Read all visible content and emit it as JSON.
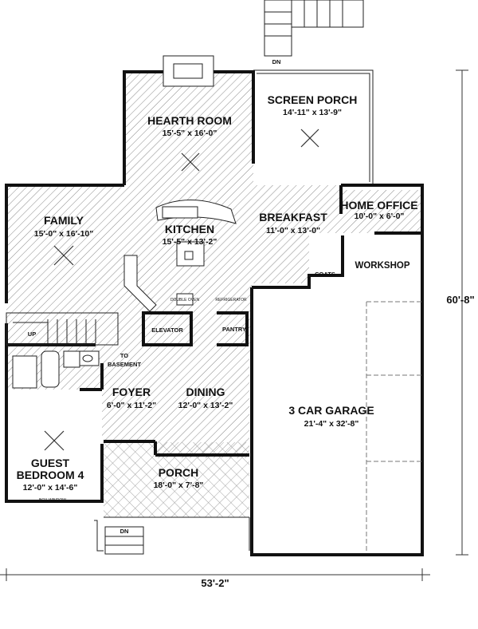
{
  "rooms": [
    {
      "id": "hearth",
      "name": "HEARTH ROOM",
      "dims": "15'-5\" x 16'-0\""
    },
    {
      "id": "screen",
      "name": "SCREEN PORCH",
      "dims": "14'-11\" x 13'-9\""
    },
    {
      "id": "family",
      "name": "FAMILY",
      "dims": "15'-0\" x 16'-10\""
    },
    {
      "id": "kitchen",
      "name": "KITCHEN",
      "dims": "15'-5\" x 13'-2\""
    },
    {
      "id": "breakfast",
      "name": "BREAKFAST",
      "dims": "11'-0\" x 13'-0\""
    },
    {
      "id": "office",
      "name": "HOME OFFICE",
      "dims": "10'-0\" x 6'-0\""
    },
    {
      "id": "workshop",
      "name": "WORKSHOP",
      "dims": ""
    },
    {
      "id": "foyer",
      "name": "FOYER",
      "dims": "6'-0\" x 11'-2\""
    },
    {
      "id": "dining",
      "name": "DINING",
      "dims": "12'-0\" x 13'-2\""
    },
    {
      "id": "garage",
      "name": "3 CAR GARAGE",
      "dims": "21'-4\" x 32'-8\""
    },
    {
      "id": "guest",
      "name": "GUEST BEDROOM 4",
      "line1": "GUEST",
      "line2": "BEDROOM 4",
      "dims": "12'-0\" x 14'-6\""
    },
    {
      "id": "porch",
      "name": "PORCH",
      "dims": "18'-0\" x 7'-8\""
    }
  ],
  "labels": {
    "elevator": "ELEVATOR",
    "pantry": "PANTRY",
    "coats": "COATS",
    "up": "UP",
    "to_basement_1": "TO",
    "to_basement_2": "BASEMENT",
    "dn_top": "DN",
    "dn_bottom": "DN",
    "box_window": "BOX WINDOW",
    "double_oven": "DOUBLE OVEN",
    "refrigerator": "REFRIGERATOR"
  },
  "overall": {
    "width": "53'-2\"",
    "depth": "60'-8\""
  },
  "colors": {
    "wall": "#111111",
    "hatch": "#8a8a8a",
    "paper": "#ffffff"
  }
}
